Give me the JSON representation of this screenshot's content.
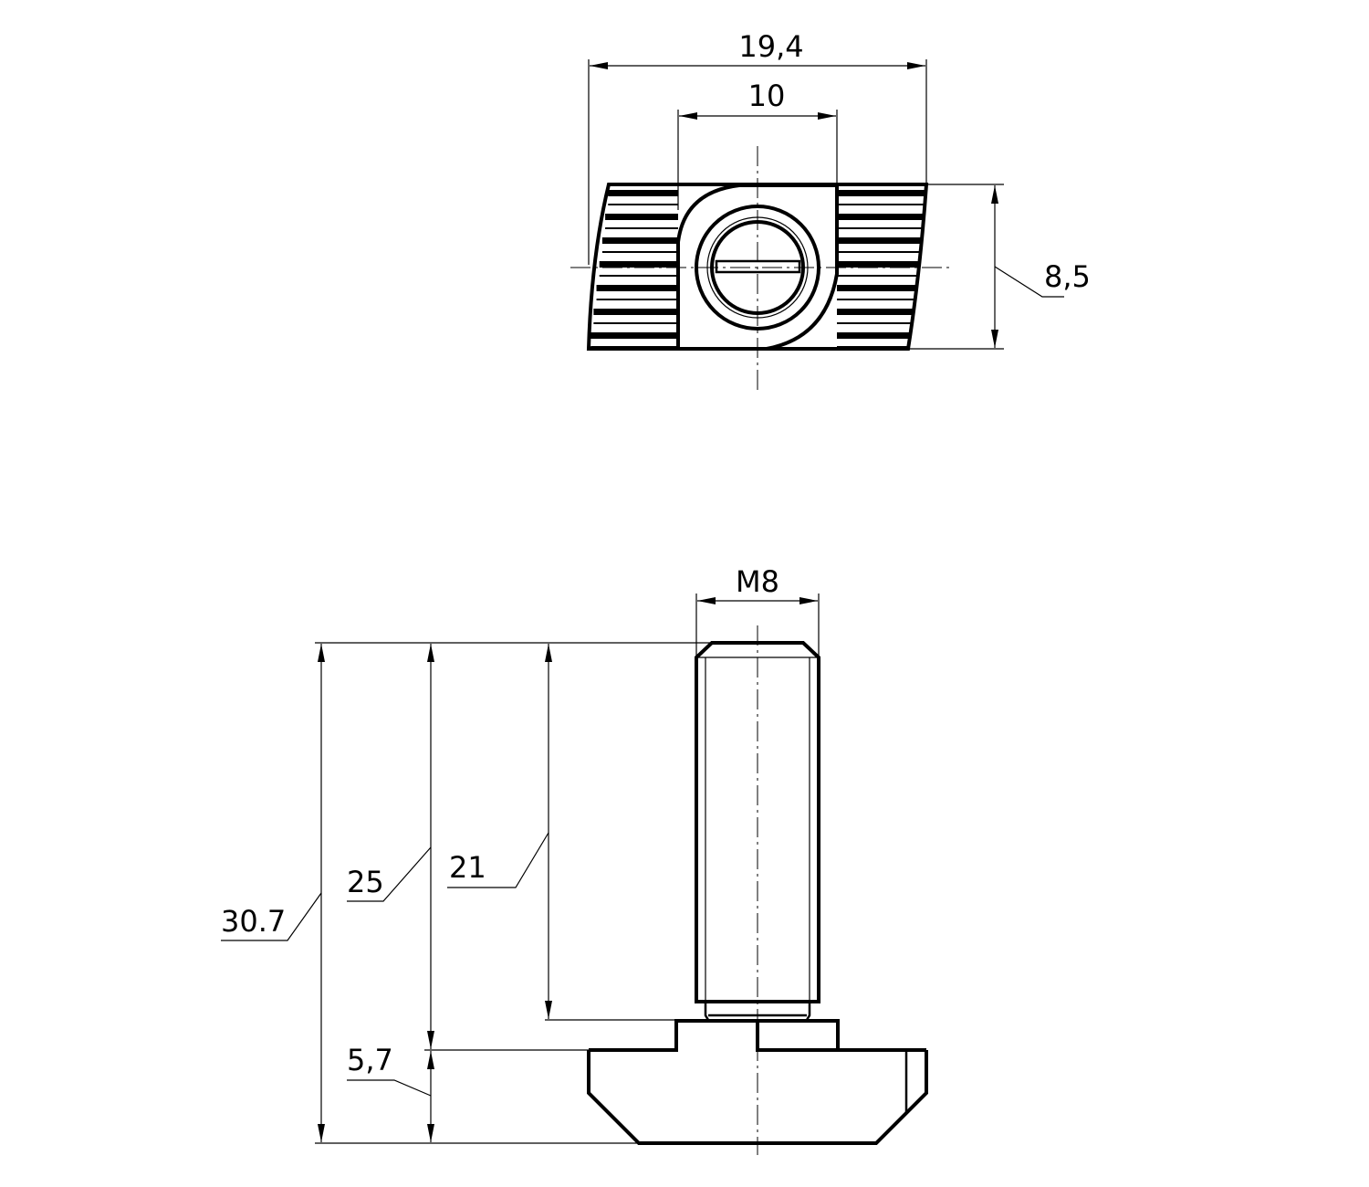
{
  "top_view": {
    "dimensions": {
      "overall_width": "19,4",
      "inset_width": "10",
      "height": "8,5"
    }
  },
  "side_view": {
    "dimensions": {
      "thread": "M8",
      "overall_height": "30.7",
      "bolt_length_to_head": "25",
      "thread_length": "21",
      "head_height": "5,7"
    }
  },
  "colors": {
    "line": "#000000",
    "background": "#ffffff"
  }
}
